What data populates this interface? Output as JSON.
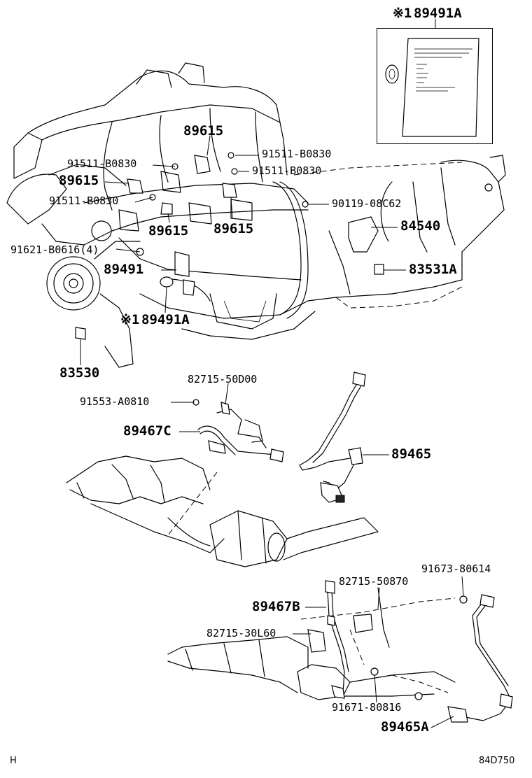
{
  "diagram": {
    "note_symbol": "※1",
    "legend": {
      "symbol": "※1",
      "part": "89491A"
    },
    "engine_labels": {
      "b0830_a": "91511-B0830",
      "b0830_b": "91511-B0830",
      "b0830_c": "91511-B0830",
      "b0830_d": "91511-B0830",
      "p89615_a": "89615",
      "p89615_b": "89615",
      "p89615_c": "89615",
      "p89615_d": "89615",
      "p90119": "90119-08C62",
      "p84540": "84540",
      "p91621": "91621-B0616(4)",
      "p89491": "89491",
      "p83531a": "83531A",
      "p89491a": "89491A",
      "p83530": "83530"
    },
    "mid_labels": {
      "p82715_50d00": "82715-50D00",
      "p91553": "91553-A0810",
      "p89467c": "89467C",
      "p89465": "89465"
    },
    "lower_labels": {
      "p91673": "91673-80614",
      "p82715_50870": "82715-50870",
      "p89467b": "89467B",
      "p82715_30l60": "82715-30L60",
      "p91671": "91671-80816",
      "p89465a": "89465A"
    },
    "footer": {
      "left_mark": "H",
      "ref_code": "84D750"
    }
  }
}
